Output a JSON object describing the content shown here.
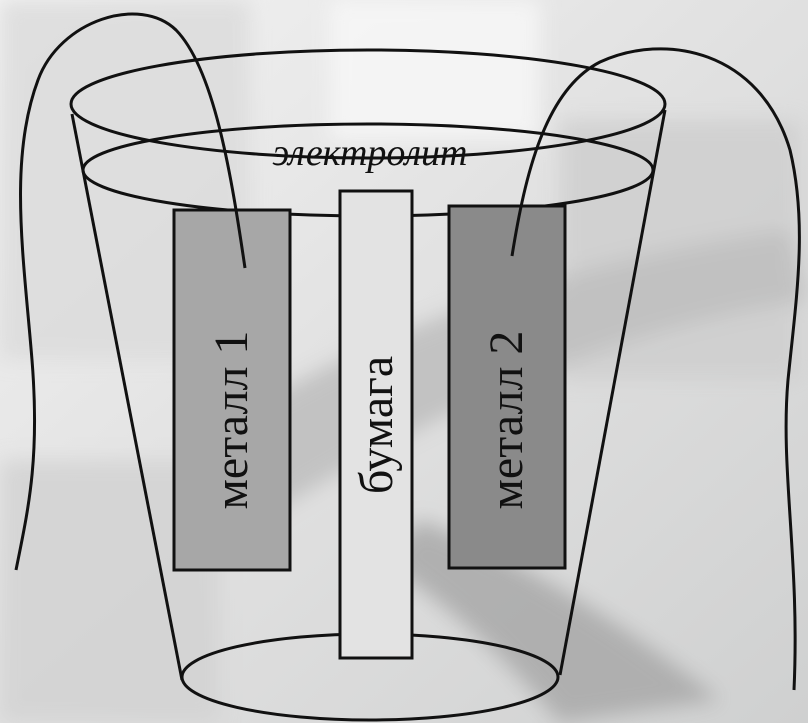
{
  "diagram": {
    "electrolyte_label": "электролит",
    "metal1_label": "металл 1",
    "paper_label": "бумага",
    "metal2_label": "металл 2"
  },
  "colors": {
    "metal1_fill": "#a7a7a7",
    "metal2_fill": "#8a8a8a",
    "paper_fill": "#e3e3e3",
    "stroke": "#111111"
  }
}
